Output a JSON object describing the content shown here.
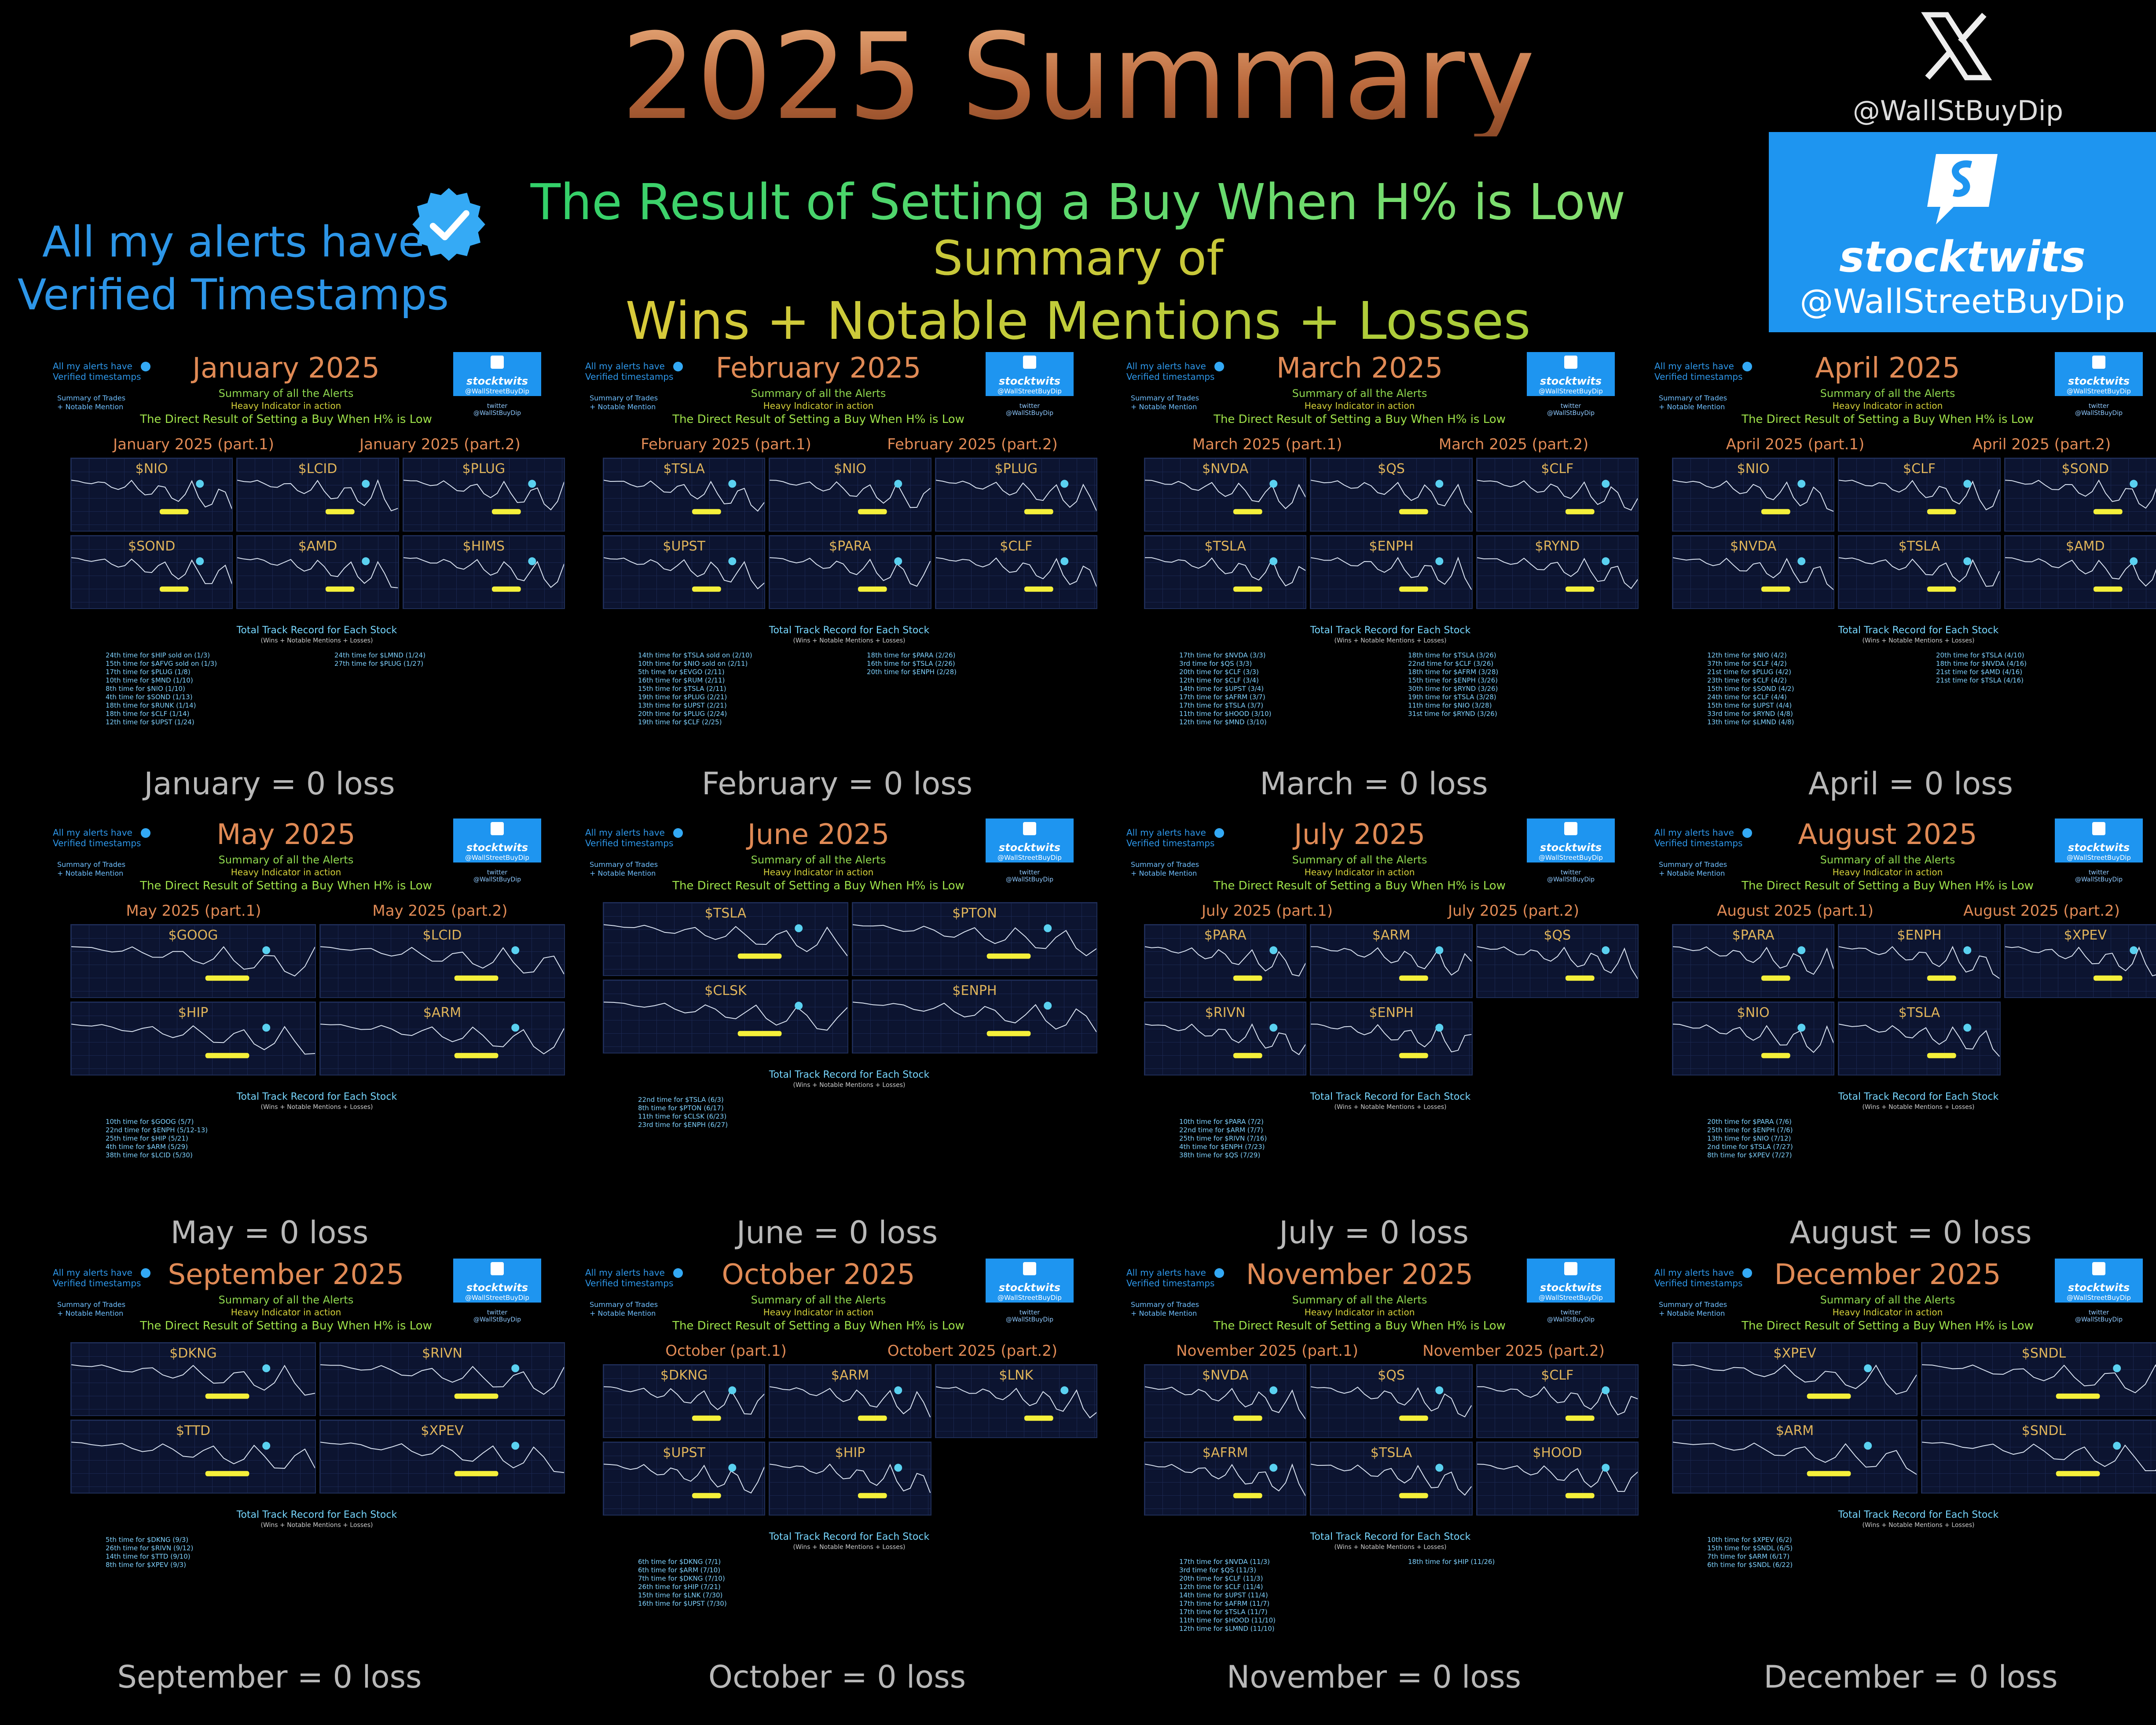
{
  "header": {
    "title": "2025 Summary",
    "subtitle1": "The Result of Setting a Buy When H% is Low",
    "subtitle2": "Summary of",
    "subtitle3": "Wins + Notable Mentions + Losses",
    "verified_line1": "All my alerts have",
    "verified_line2": "Verified Timestamps",
    "x_handle": "@WallStBuyDip",
    "stocktwits_word": "stocktwits",
    "stocktwits_handle": "@WallStreetBuyDip"
  },
  "panel_common": {
    "verified_line1": "All my alerts have",
    "verified_line2": "Verified timestamps",
    "summary_line1": "Summary of Trades",
    "summary_line2": "+ Notable Mention",
    "sub1": "Summary of all the Alerts",
    "sub2": "Heavy Indicator in action",
    "sub3": "The Direct Result of Setting a Buy When H% is Low",
    "st_word": "stocktwits",
    "st_handle": "@WallStreetBuyDip",
    "tw_label": "twitter",
    "tw_handle": "@WallStBuyDip",
    "track_header": "Total Track Record for Each Stock",
    "track_sub": "(Wins + Notable Mentions + Losses)"
  },
  "months": [
    {
      "title": "January 2025",
      "part1": "January 2025 (part.1)",
      "part2": "January 2025 (part.2)",
      "tickers": [
        "$NIO",
        "$LCID",
        "$PLUG",
        "$SOND",
        "$AMD",
        "$HIMS"
      ],
      "track_left": "24th time for $HIP sold on (1/3)\n15th time for $AFVG sold on (1/3)\n17th time for $PLUG (1/8)\n10th time for $MND (1/10)\n8th time for $NIO (1/10)\n4th time for $SOND (1/13)\n18th time for $RUNK (1/14)\n18th time for $CLF (1/14)\n12th time for $UPST (1/24)",
      "track_right": "24th time for $LMND (1/24)\n27th time for $PLUG (1/27)",
      "loss": "January = 0 loss"
    },
    {
      "title": "February 2025",
      "part1": "February 2025 (part.1)",
      "part2": "February 2025 (part.2)",
      "tickers": [
        "$TSLA",
        "$NIO",
        "$PLUG",
        "$UPST",
        "$PARA",
        "$CLF"
      ],
      "track_left": "14th time for $TSLA sold on (2/10)\n10th time for $NIO sold on (2/11)\n5th time for $EVGO (2/11)\n16th time for $RUM (2/11)\n15th time for $TSLA (2/11)\n19th time for $PLUG (2/21)\n13th time for $UPST (2/21)\n20th time for $PLUG (2/24)\n19th time for $CLF (2/25)",
      "track_right": "18th time for $PARA (2/26)\n16th time for $TSLA (2/26)\n20th time for $ENPH (2/28)",
      "loss": "February = 0 loss"
    },
    {
      "title": "March 2025",
      "part1": "March 2025 (part.1)",
      "part2": "March 2025 (part.2)",
      "tickers": [
        "$NVDA",
        "$QS",
        "$CLF",
        "$TSLA",
        "$ENPH",
        "$RYND"
      ],
      "track_left": "17th time for $NVDA (3/3)\n3rd time for $QS (3/3)\n20th time for $CLF (3/3)\n12th time for $CLF (3/4)\n14th time for $UPST (3/4)\n17th time for $AFRM (3/7)\n17th time for $TSLA (3/7)\n11th time for $HOOD (3/10)\n12th time for $MND (3/10)",
      "track_right": "18th time for $TSLA (3/26)\n22nd time for $CLF (3/26)\n18th time for $AFRM (3/28)\n15th time for $ENPH (3/26)\n30th time for $RYND (3/26)\n19th time for $TSLA (3/28)\n11th time for $NIO (3/28)\n31st time for $RYND (3/26)",
      "loss": "March = 0 loss"
    },
    {
      "title": "April 2025",
      "part1": "April 2025 (part.1)",
      "part2": "April 2025 (part.2)",
      "tickers": [
        "$NIO",
        "$CLF",
        "$SOND",
        "$NVDA",
        "$TSLA",
        "$AMD"
      ],
      "track_left": "12th time for $NIO (4/2)\n37th time for $CLF (4/2)\n21st time for $PLUG (4/2)\n23th time for $CLF (4/2)\n15th time for $SOND (4/2)\n24th time for $CLF (4/4)\n15th time for $UPST (4/4)\n33rd time for $RYND (4/8)\n13th time for $LMND (4/8)",
      "track_right": "20th time for $TSLA (4/10)\n18th time for $NVDA (4/16)\n21st time for $AMD (4/16)\n21st time for $TSLA (4/16)",
      "loss": "April = 0 loss"
    },
    {
      "title": "May 2025",
      "part1": "May 2025 (part.1)",
      "part2": "May 2025 (part.2)",
      "tickers": [
        "$GOOG",
        "$LCID",
        "$HIP",
        "$ARM"
      ],
      "track_left": "10th time for $GOOG (5/7)\n22nd time for $ENPH (5/12-13)\n25th time for $HIP (5/21)\n4th time for $ARM (5/29)\n38th time for $LCID (5/30)",
      "track_right": "",
      "loss": "May = 0 loss"
    },
    {
      "title": "June 2025",
      "part1": "",
      "part2": "",
      "tickers": [
        "$TSLA",
        "$PTON",
        "$CLSK",
        "$ENPH"
      ],
      "track_left": "22nd time for $TSLA (6/3)\n8th time for $PTON (6/17)\n11th time for $CLSK (6/23)\n23rd time for $ENPH (6/27)",
      "track_right": "",
      "loss": "June = 0 loss"
    },
    {
      "title": "July 2025",
      "part1": "July 2025 (part.1)",
      "part2": "July 2025 (part.2)",
      "tickers": [
        "$PARA",
        "$ARM",
        "$QS",
        "$RIVN",
        "$ENPH"
      ],
      "track_left": "10th time for $PARA (7/2)\n22nd time for $ARM (7/7)\n25th time for $RIVN (7/16)\n4th time for $ENPH (7/23)\n38th time for $QS (7/29)",
      "track_right": "",
      "loss": "July = 0 loss"
    },
    {
      "title": "August 2025",
      "part1": "August 2025 (part.1)",
      "part2": "August 2025 (part.2)",
      "tickers": [
        "$PARA",
        "$ENPH",
        "$XPEV",
        "$NIO",
        "$TSLA"
      ],
      "track_left": "20th time for $PARA (7/6)\n25th time for $ENPH (7/6)\n13th time for $NIO (7/12)\n2nd time for $TSLA (7/27)\n8th time for $XPEV (7/27)",
      "track_right": "",
      "loss": "August = 0 loss"
    },
    {
      "title": "September 2025",
      "part1": "",
      "part2": "",
      "tickers": [
        "$DKNG",
        "$RIVN",
        "$TTD",
        "$XPEV"
      ],
      "track_left": "5th time for $DKNG (9/3)\n26th time for $RIVN (9/12)\n14th time for $TTD (9/10)\n8th time for $XPEV (9/3)",
      "track_right": "",
      "loss": "September = 0 loss"
    },
    {
      "title": "October 2025",
      "part1": "October (part.1)",
      "part2": "Octobert 2025 (part.2)",
      "tickers": [
        "$DKNG",
        "$ARM",
        "$LNK",
        "$UPST",
        "$HIP"
      ],
      "track_left": "6th time for $DKNG (7/1)\n6th time for $ARM (7/10)\n7th time for $DKNG (7/10)\n26th time for $HIP (7/21)\n15th time for $LNK (7/30)\n16th time for $UPST (7/30)",
      "track_right": "",
      "loss": "October = 0 loss"
    },
    {
      "title": "November 2025",
      "part1": "November 2025 (part.1)",
      "part2": "November 2025 (part.2)",
      "tickers": [
        "$NVDA",
        "$QS",
        "$CLF",
        "$AFRM",
        "$TSLA",
        "$HOOD"
      ],
      "track_left": "17th time for $NVDA (11/3)\n3rd time for $QS (11/3)\n20th time for $CLF (11/3)\n12th time for $CLF (11/4)\n14th time for $UPST (11/4)\n17th time for $AFRM (11/7)\n17th time for $TSLA (11/7)\n11th time for $HOOD (11/10)\n12th time for $LMND (11/10)",
      "track_right": "18th time for $HIP (11/26)",
      "loss": "November = 0 loss"
    },
    {
      "title": "December 2025",
      "part1": "",
      "part2": "",
      "tickers": [
        "$XPEV",
        "$SNDL",
        "$ARM",
        "$SNDL"
      ],
      "track_left": "10th time for $XPEV (6/2)\n15th time for $SNDL (6/5)\n7th time for $ARM (6/17)\n6th time for $SNDL (6/22)",
      "track_right": "",
      "loss": "December = 0 loss"
    }
  ]
}
